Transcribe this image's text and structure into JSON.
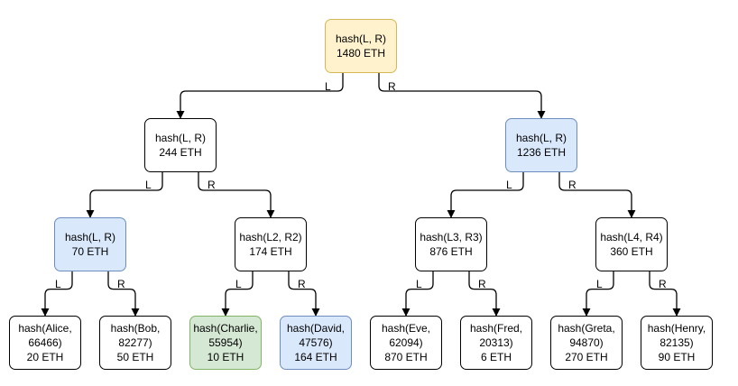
{
  "colors": {
    "yellow_fill": "#fff2cc",
    "yellow_border": "#d6b656",
    "blue_fill": "#dae8fc",
    "blue_border": "#6c8ebf",
    "green_fill": "#d5e8d4",
    "green_border": "#82b366",
    "white_fill": "#ffffff",
    "black_border": "#000000"
  },
  "nodes": {
    "root": {
      "line1": "hash(L, R)",
      "line2": "1480 ETH",
      "style": "yellow"
    },
    "n244": {
      "line1": "hash(L, R)",
      "line2": "244 ETH",
      "style": "white"
    },
    "n1236": {
      "line1": "hash(L, R)",
      "line2": "1236 ETH",
      "style": "blue"
    },
    "n70": {
      "line1": "hash(L, R)",
      "line2": "70 ETH",
      "style": "blue"
    },
    "n174": {
      "line1": "hash(L2, R2)",
      "line2": "174 ETH",
      "style": "white"
    },
    "n876": {
      "line1": "hash(L3, R3)",
      "line2": "876 ETH",
      "style": "white"
    },
    "n360": {
      "line1": "hash(L4, R4)",
      "line2": "360 ETH",
      "style": "white"
    },
    "alice": {
      "line1": "hash(Alice,",
      "line2": "66466)",
      "line3": "20 ETH",
      "style": "white"
    },
    "bob": {
      "line1": "hash(Bob,",
      "line2": "82277)",
      "line3": "50 ETH",
      "style": "white"
    },
    "charlie": {
      "line1": "hash(Charlie,",
      "line2": "55954)",
      "line3": "10 ETH",
      "style": "green"
    },
    "david": {
      "line1": "hash(David,",
      "line2": "47576)",
      "line3": "164 ETH",
      "style": "blue"
    },
    "eve": {
      "line1": "hash(Eve,",
      "line2": "62094)",
      "line3": "870 ETH",
      "style": "white"
    },
    "fred": {
      "line1": "hash(Fred,",
      "line2": "20313)",
      "line3": "6 ETH",
      "style": "white"
    },
    "greta": {
      "line1": "hash(Greta,",
      "line2": "94870)",
      "line3": "270 ETH",
      "style": "white"
    },
    "henry": {
      "line1": "hash(Henry,",
      "line2": "82135)",
      "line3": "90 ETH",
      "style": "white"
    }
  },
  "edge_labels": {
    "left": "L",
    "right": "R"
  }
}
